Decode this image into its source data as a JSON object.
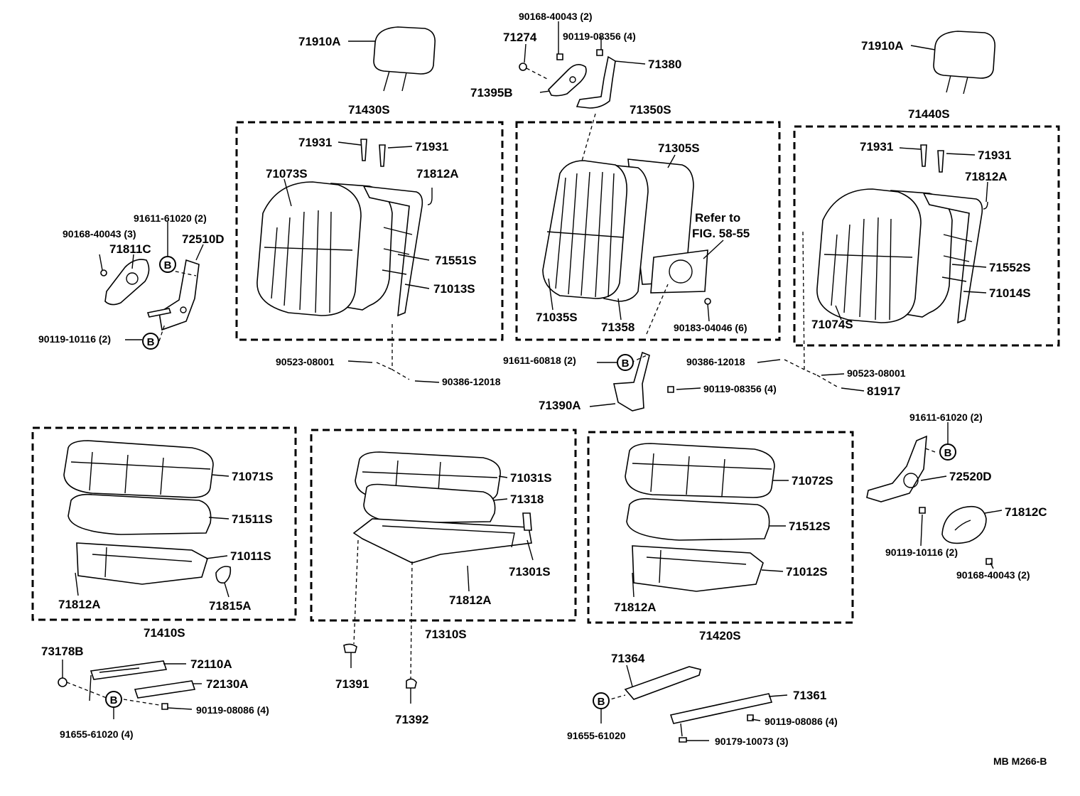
{
  "labels": {
    "p71910A_left": "71910A",
    "p71910A_right": "71910A",
    "p90168_40043_top": "90168-40043 (2)",
    "p71274": "71274",
    "p90119_08356_top": "90119-08356 (4)",
    "p71380": "71380",
    "p71395B": "71395B",
    "p71430S": "71430S",
    "p71350S": "71350S",
    "p71440S": "71440S",
    "p71931_a": "71931",
    "p71931_b": "71931",
    "p71931_c": "71931",
    "p71931_d": "71931",
    "p71073S": "71073S",
    "p71812A_top_left": "71812A",
    "p71305S": "71305S",
    "refer_line1": "Refer to",
    "refer_line2": "FIG. 58-55",
    "p71812A_top_right": "71812A",
    "p91611_61020_left": "91611-61020 (2)",
    "p90168_40043_left": "90168-40043 (3)",
    "p72510D": "72510D",
    "p71811C": "71811C",
    "p71551S": "71551S",
    "p71013S": "71013S",
    "p71552S": "71552S",
    "p71014S": "71014S",
    "p71035S": "71035S",
    "p71358": "71358",
    "p90183_04046": "90183-04046 (6)",
    "p71074S": "71074S",
    "p90119_10116_left": "90119-10116 (2)",
    "p90523_08001_left": "90523-08001",
    "p90386_12018_left": "90386-12018",
    "p91611_60818": "91611-60818 (2)",
    "p90119_08356_mid": "90119-08356 (4)",
    "p71390A": "71390A",
    "p90386_12018_right": "90386-12018",
    "p90523_08001_right": "90523-08001",
    "p81917": "81917",
    "p91611_61020_right": "91611-61020 (2)",
    "p72520D": "72520D",
    "p71812C": "71812C",
    "p90119_10116_right": "90119-10116 (2)",
    "p90168_40043_right": "90168-40043 (2)",
    "p71071S": "71071S",
    "p71511S": "71511S",
    "p71011S": "71011S",
    "p71812A_bl": "71812A",
    "p71815A": "71815A",
    "p71410S": "71410S",
    "p71031S": "71031S",
    "p71318": "71318",
    "p71301S": "71301S",
    "p71812A_bm": "71812A",
    "p71310S": "71310S",
    "p71072S": "71072S",
    "p71512S": "71512S",
    "p71012S": "71012S",
    "p71812A_br": "71812A",
    "p71420S": "71420S",
    "p73178B": "73178B",
    "p72110A": "72110A",
    "p72130A": "72130A",
    "p90119_08086_left": "90119-08086 (4)",
    "p91655_61020_4": "91655-61020 (4)",
    "p71391": "71391",
    "p71392": "71392",
    "p71364": "71364",
    "p71361": "71361",
    "p90119_08086_right": "90119-08086 (4)",
    "p91655_61020": "91655-61020",
    "p90179_10073": "90179-10073 (3)",
    "callout_B": "B",
    "footer_code": "MB  M266-B"
  }
}
